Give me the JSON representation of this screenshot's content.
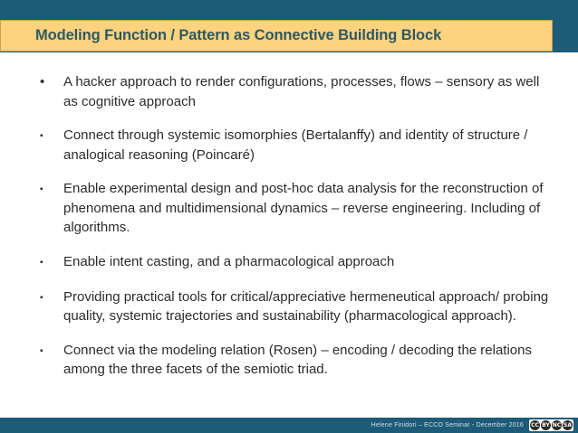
{
  "slide": {
    "title": "Modeling Function / Pattern as Connective Building Block",
    "bullets": [
      {
        "marker": "•",
        "marker_type": "disc",
        "text": "A hacker approach to render configurations, processes, flows – sensory as well as cognitive approach"
      },
      {
        "marker": "▪",
        "marker_type": "square",
        "text": "Connect through systemic isomorphies (Bertalanffy) and identity of structure / analogical reasoning (Poincaré)"
      },
      {
        "marker": "▪",
        "marker_type": "square",
        "text": "Enable experimental design and post-hoc data analysis for the reconstruction of phenomena and multidimensional dynamics – reverse engineering. Including of algorithms."
      },
      {
        "marker": "▪",
        "marker_type": "square",
        "text": "Enable intent casting, and a pharmacological approach"
      },
      {
        "marker": "▪",
        "marker_type": "square",
        "text": "Providing practical tools for critical/appreciative hermeneutical approach/ probing quality, systemic trajectories and sustainability (pharmacological approach)."
      },
      {
        "marker": "▪",
        "marker_type": "square",
        "text": "Connect via the modeling relation (Rosen) – encoding / decoding the relations among the three facets of the semiotic triad."
      }
    ]
  },
  "footer": {
    "attribution": "Helene Finidori – ECCO Seminar - December 2016",
    "license_badge": {
      "name": "creative-commons-license-badge",
      "icons": [
        "CC",
        "BY",
        "NC",
        "SA"
      ],
      "glyphs": [
        "Ⓒ",
        "Ⓐ",
        "Ⓝ",
        "Ⓢ"
      ]
    }
  },
  "colors": {
    "band_teal": "#1d5b78",
    "title_gold": "#ffd27f",
    "title_text": "#2b5a63",
    "body_text": "#2b2b2b",
    "background": "#ffffff"
  }
}
